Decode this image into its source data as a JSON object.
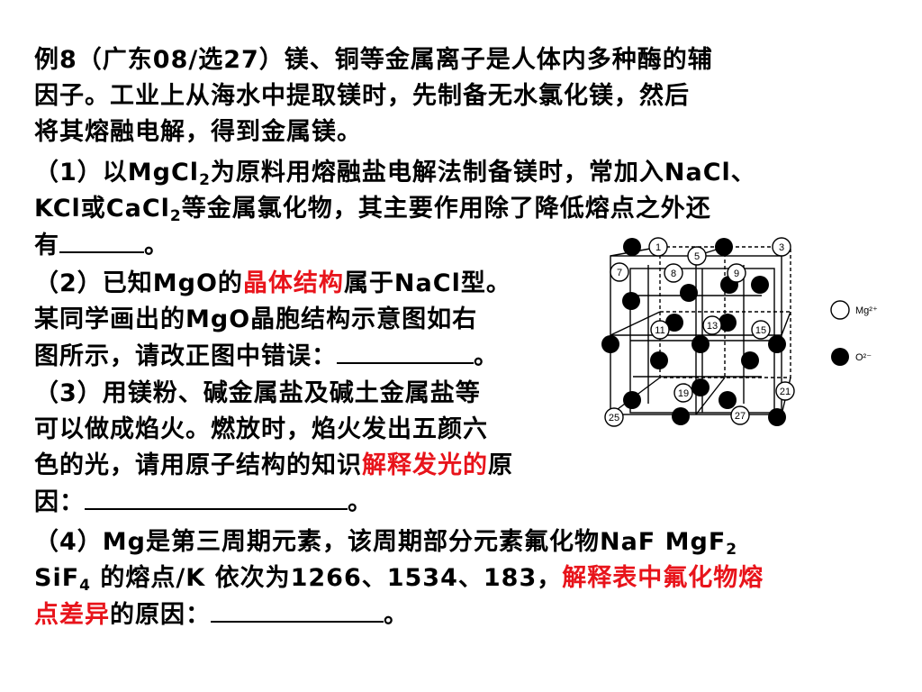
{
  "text": {
    "l1": "例8（广东08/选27）镁、铜等金属离子是人体内多种酶的辅",
    "l2": "因子。工业上从海水中提取镁时，先制备无水氯化镁，然后",
    "l3": "将其熔融电解，得到金属镁。",
    "l4_a": "（1）以MgCl",
    "l4_sub": "2",
    "l4_b": "为原料用熔融盐电解法制备镁时，常加入NaCl、",
    "l5_a": "KCl或CaCl",
    "l5_sub": "2",
    "l5_b": "等金属氯化物，其主要作用除了降低熔点之外还",
    "l6_a": "有",
    "l6_b": "。",
    "l7_a": "（2）已知MgO的",
    "l7_red": "晶体结构",
    "l7_b": "属于NaCl型。",
    "l8": "某同学画出的MgO晶胞结构示意图如右",
    "l9_a": "图所示，请改正图中错误：",
    "l9_b": "。",
    "l10": "（3）用镁粉、碱金属盐及碱土金属盐等",
    "l11": "可以做成焰火。燃放时，焰火发出五颜六",
    "l12_a": "色的光，请用原子结构的知识",
    "l12_red": "解释发光的",
    "l12_b": "原",
    "l13_a": "因：",
    "l13_b": "。",
    "l14_a": "（4）Mg是第三周期元素，该周期部分元素氟化物NaF MgF",
    "l14_sub": "2",
    "l15_a": "SiF",
    "l15_sub": "4",
    "l15_b": " 的熔点/K 依次为1266、1534、183，",
    "l15_red": "解释表中氟化物熔",
    "l16_red": "点差异",
    "l16_b": "的原因：",
    "l16_c": "。"
  },
  "figure": {
    "labels": [
      "1",
      "3",
      "5",
      "7",
      "8",
      "9",
      "11",
      "13",
      "15",
      "19",
      "21",
      "25",
      "27"
    ],
    "legend_mg": "Mg²⁺",
    "legend_o": "O²⁻"
  },
  "colors": {
    "text": "#000000",
    "emphasis": "#e8141b"
  }
}
